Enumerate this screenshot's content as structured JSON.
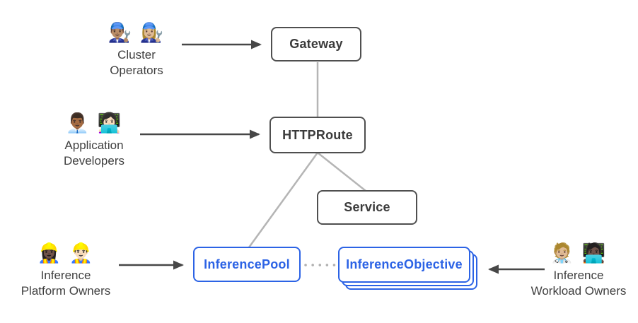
{
  "diagram": {
    "personas": {
      "cluster_operators": {
        "emojis": "👨🏽‍🔧 👩🏼‍🔧",
        "line1": "Cluster",
        "line2": "Operators"
      },
      "application_developers": {
        "emojis": "👨🏾‍💼 👩🏻‍💻",
        "line1": "Application",
        "line2": "Developers"
      },
      "inference_platform_owners": {
        "emojis": "👷🏿‍♀️ 👷🏻‍♂️",
        "line1": "Inference",
        "line2": "Platform Owners"
      },
      "inference_workload_owners": {
        "emojis": "🧑🏼‍⚕️ 🧑🏿‍💻",
        "line1": "Inference",
        "line2": "Workload Owners"
      }
    },
    "nodes": {
      "gateway": {
        "label": "Gateway"
      },
      "httproute": {
        "label": "HTTPRoute"
      },
      "service": {
        "label": "Service"
      },
      "inference_pool": {
        "label": "InferencePool"
      },
      "inference_objective": {
        "label": "InferenceObjective"
      }
    },
    "colors": {
      "resource_border": "#4f4f4f",
      "resource_text": "#3b3b3b",
      "extension_accent": "#2c63e5",
      "edge_gray": "#b5b5b5",
      "arrow_dark": "#474747",
      "background": "#ffffff"
    }
  }
}
